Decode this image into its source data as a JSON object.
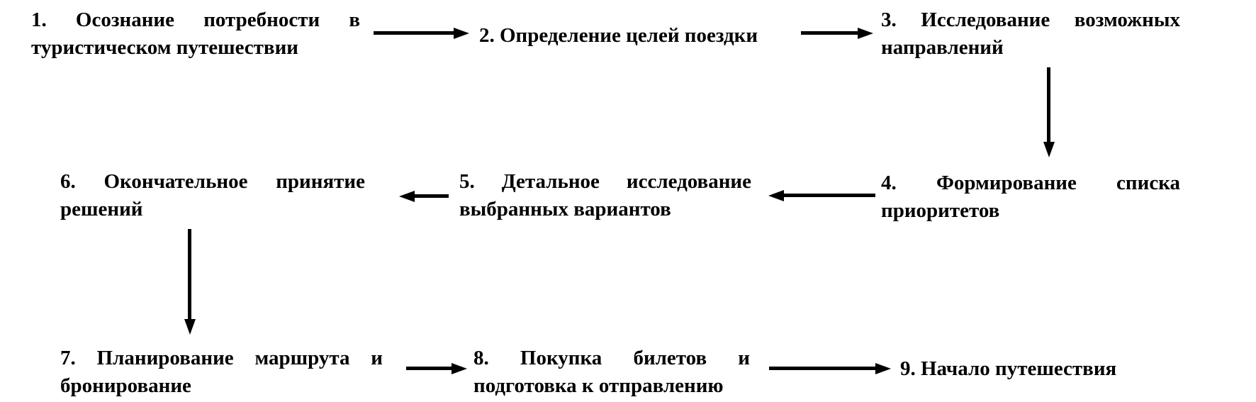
{
  "diagram": {
    "background_color": "#ffffff",
    "text_color": "#000000",
    "arrow_color": "#000000",
    "steps": [
      {
        "number": "1",
        "lines": [
          "1. Осознание потребности в",
          "туристическом путешествии"
        ]
      },
      {
        "number": "2",
        "lines": [
          "2. Определение целей поездки"
        ]
      },
      {
        "number": "3",
        "lines": [
          "3. Исследование возможных",
          "направлений"
        ]
      },
      {
        "number": "4",
        "lines": [
          "4. Формирование списка",
          "приоритетов"
        ]
      },
      {
        "number": "5",
        "lines": [
          "5. Детальное исследование",
          "выбранных вариантов"
        ]
      },
      {
        "number": "6",
        "lines": [
          "6. Окончательное принятие",
          "решений"
        ]
      },
      {
        "number": "7",
        "lines": [
          "7. Планирование маршрута и",
          "бронирование"
        ]
      },
      {
        "number": "8",
        "lines": [
          "8. Покупка билетов и",
          "подготовка к отправлению"
        ]
      },
      {
        "number": "9",
        "lines": [
          "9. Начало путешествия"
        ]
      }
    ],
    "connections": [
      {
        "from": "1",
        "to": "2",
        "direction": "right"
      },
      {
        "from": "2",
        "to": "3",
        "direction": "right"
      },
      {
        "from": "3",
        "to": "4",
        "direction": "down"
      },
      {
        "from": "4",
        "to": "5",
        "direction": "left"
      },
      {
        "from": "5",
        "to": "6",
        "direction": "left"
      },
      {
        "from": "6",
        "to": "7",
        "direction": "down"
      },
      {
        "from": "7",
        "to": "8",
        "direction": "right"
      },
      {
        "from": "8",
        "to": "9",
        "direction": "right"
      }
    ]
  }
}
